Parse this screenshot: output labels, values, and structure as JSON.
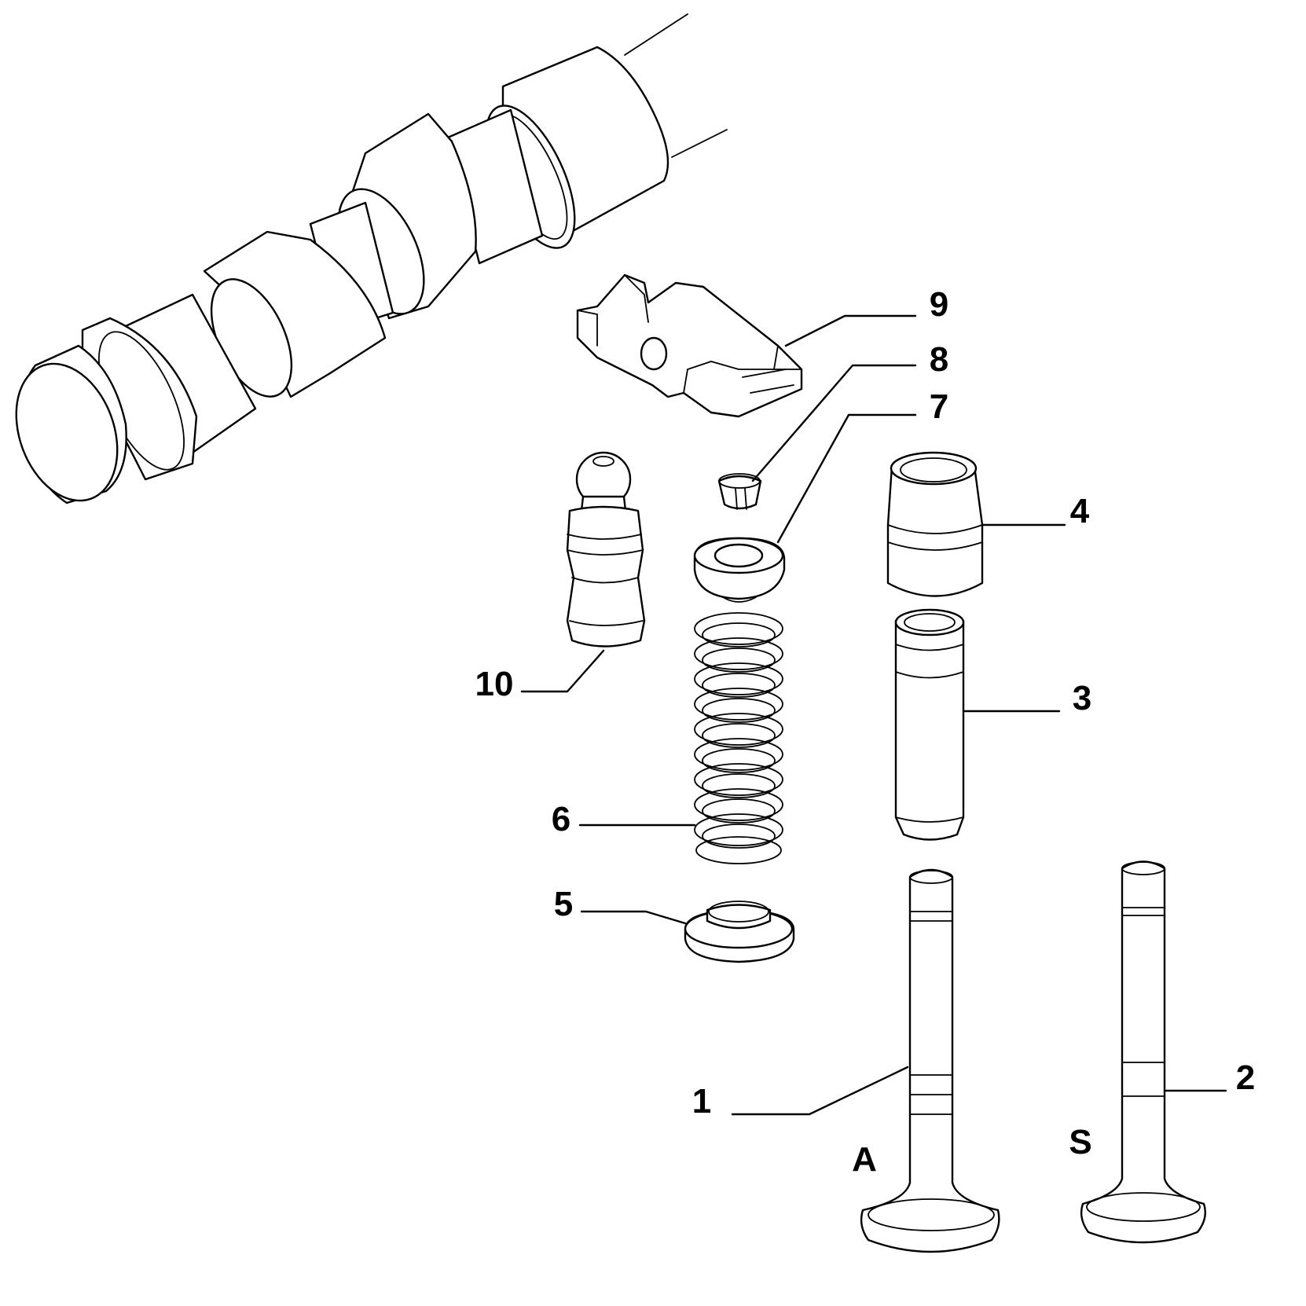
{
  "callouts": [
    {
      "id": "1",
      "label": "1"
    },
    {
      "id": "2",
      "label": "2"
    },
    {
      "id": "3",
      "label": "3"
    },
    {
      "id": "4",
      "label": "4"
    },
    {
      "id": "5",
      "label": "5"
    },
    {
      "id": "6",
      "label": "6"
    },
    {
      "id": "7",
      "label": "7"
    },
    {
      "id": "8",
      "label": "8"
    },
    {
      "id": "9",
      "label": "9"
    },
    {
      "id": "10",
      "label": "10"
    }
  ],
  "valve_labels": {
    "intake": "A",
    "exhaust": "S"
  },
  "colors": {
    "line": "#000000",
    "background": "#ffffff"
  }
}
